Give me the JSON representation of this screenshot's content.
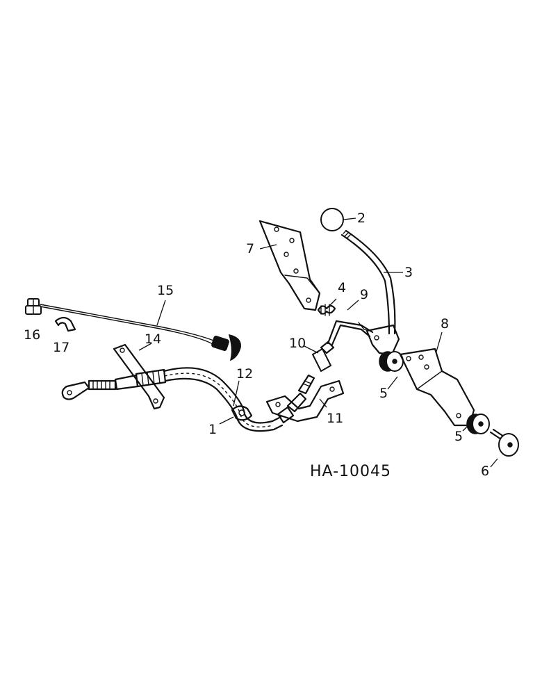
{
  "diagram_code": "HA-10045",
  "callouts": [
    "1",
    "2",
    "3",
    "4",
    "5",
    "5",
    "6",
    "7",
    "8",
    "9",
    "10",
    "11",
    "12",
    "14",
    "15",
    "16",
    "17"
  ]
}
